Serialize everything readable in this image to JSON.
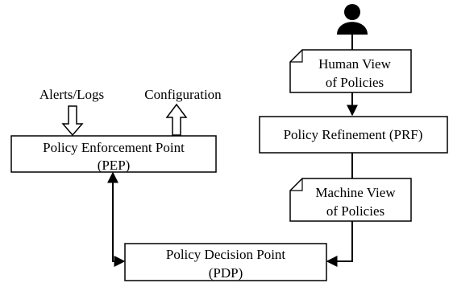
{
  "diagram": {
    "user_icon": "user-silhouette-icon",
    "human_view": {
      "line1": "Human View",
      "line2": "of Policies"
    },
    "prf": {
      "label": "Policy Refinement (PRF)"
    },
    "machine_view": {
      "line1": "Machine View",
      "line2": "of Policies"
    },
    "pep": {
      "line1": "Policy Enforcement Point",
      "line2": "(PEP)"
    },
    "pdp": {
      "line1": "Policy Decision Point",
      "line2": "(PDP)"
    },
    "alerts_logs": "Alerts/Logs",
    "configuration": "Configuration"
  }
}
